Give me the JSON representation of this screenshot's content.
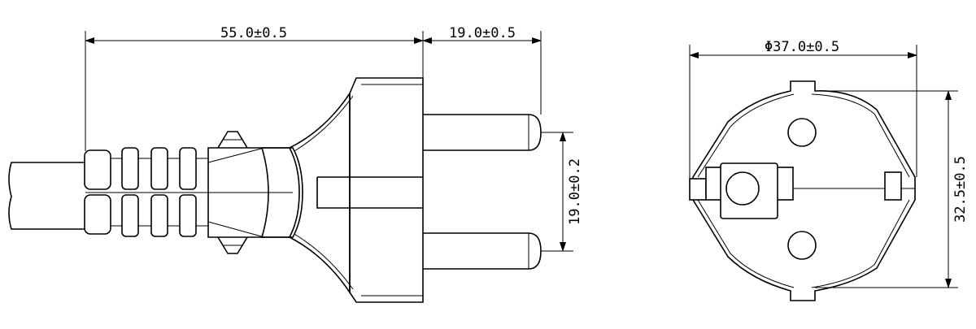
{
  "side_view": {
    "dimensions": {
      "overall_length": "55.0±0.5",
      "pin_length": "19.0±0.5",
      "pin_spacing": "19.0±0.2"
    }
  },
  "front_view": {
    "dimensions": {
      "diameter": "Φ37.0±0.5",
      "height": "32.5±0.5"
    }
  },
  "colors": {
    "line": "#000000",
    "background": "#ffffff"
  }
}
